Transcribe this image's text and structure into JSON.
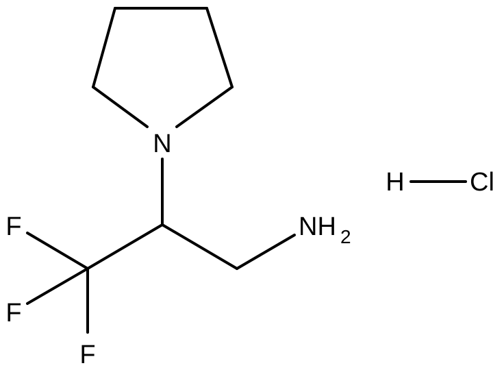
{
  "molecule": {
    "atoms": {
      "nitrogen_ring": "N",
      "amine": "NH",
      "amine_subscript": "2",
      "fluorine_1": "F",
      "fluorine_2": "F",
      "fluorine_3": "F",
      "hydrogen": "H",
      "chlorine": "Cl"
    }
  },
  "colors": {
    "ink": "#000000",
    "background": "#ffffff"
  }
}
